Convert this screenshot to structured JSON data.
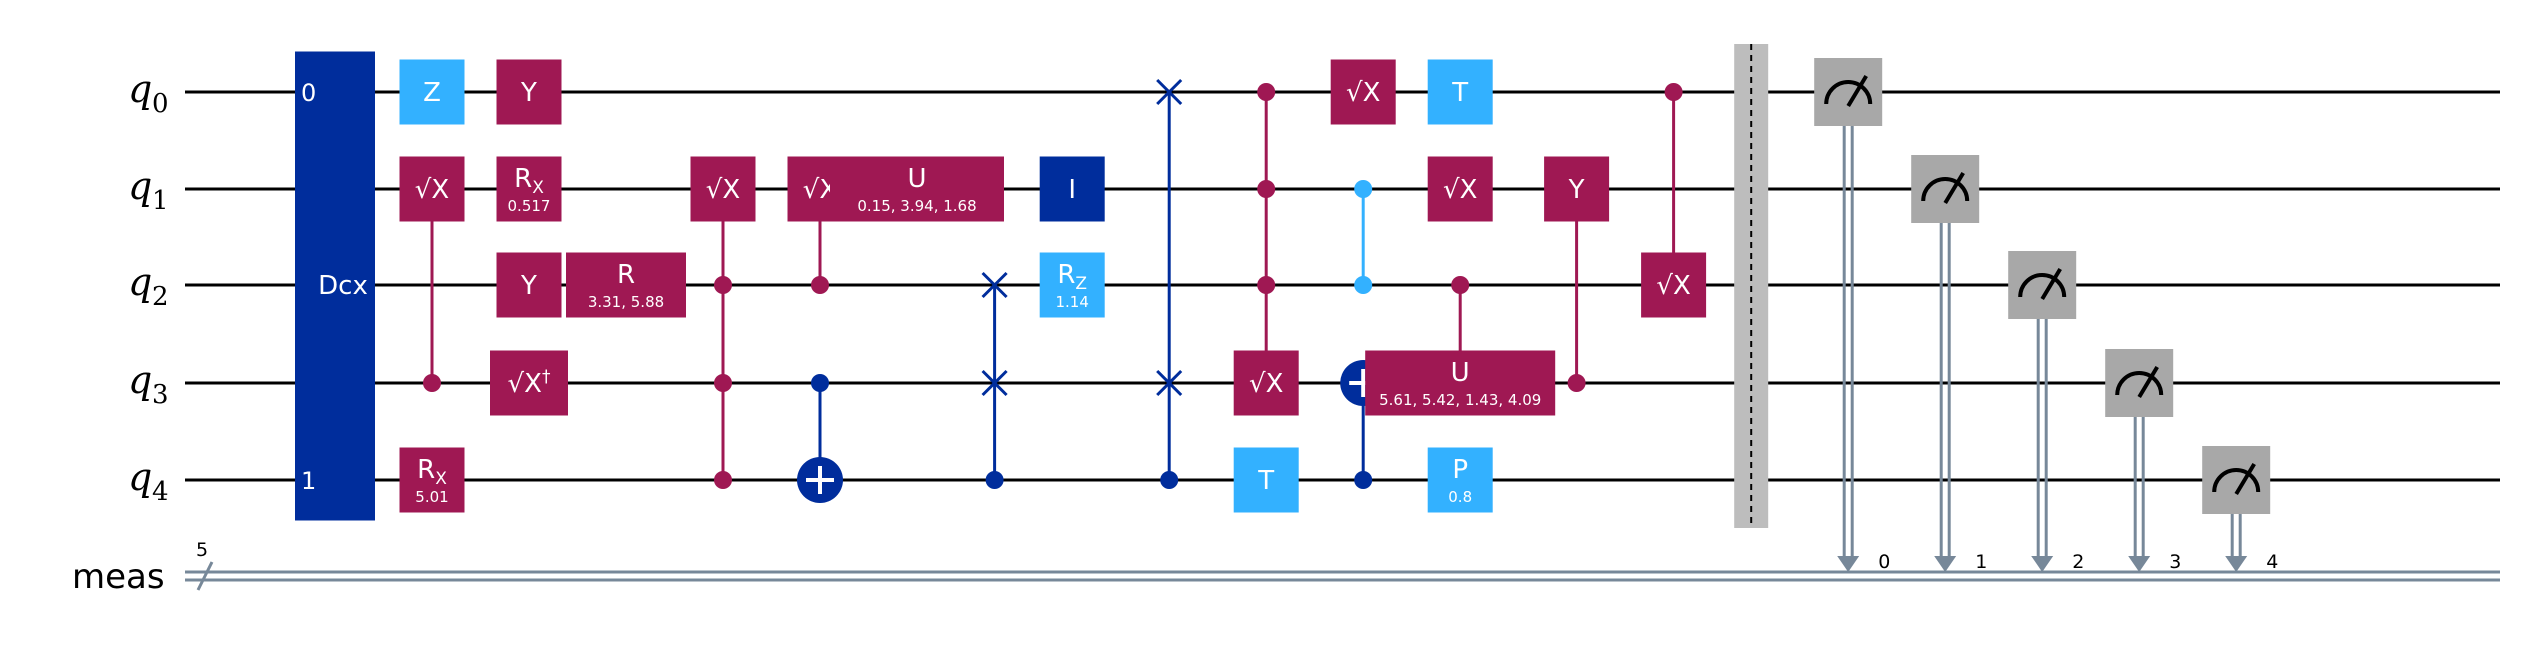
{
  "colors": {
    "wire": "#000000",
    "classical": "#778899",
    "dark_blue": "#002D9C",
    "light_blue": "#33B1FF",
    "magenta": "#9F1853",
    "gray": "#A8A8A8",
    "barrier": "#BDBDBD",
    "white": "#FFFFFF"
  },
  "registers": {
    "qubits": [
      {
        "base": "q",
        "sub": "0"
      },
      {
        "base": "q",
        "sub": "1"
      },
      {
        "base": "q",
        "sub": "2"
      },
      {
        "base": "q",
        "sub": "3"
      },
      {
        "base": "q",
        "sub": "4"
      }
    ],
    "classical": {
      "label": "meas",
      "size": "5"
    }
  },
  "gates": [
    {
      "type": "multibox",
      "label": "Dcx",
      "rows": [
        0,
        4
      ],
      "col": 0,
      "color": "dark_blue",
      "port_labels": [
        "0",
        "1"
      ]
    },
    {
      "type": "box",
      "label": "Z",
      "row": 0,
      "col": 1,
      "color": "light_blue"
    },
    {
      "type": "box",
      "label": "√X",
      "row": 1,
      "col": 1,
      "color": "magenta"
    },
    {
      "type": "control",
      "ctrls": [
        3
      ],
      "targets": [
        1
      ],
      "col": 1,
      "color": "magenta"
    },
    {
      "type": "box",
      "label": "R",
      "sub": "X",
      "param": "5.01",
      "row": 4,
      "col": 1,
      "color": "magenta"
    },
    {
      "type": "box",
      "label": "Y",
      "row": 0,
      "col": 2,
      "color": "magenta"
    },
    {
      "type": "box",
      "label": "R",
      "sub": "X",
      "param": "0.517",
      "row": 1,
      "col": 2,
      "color": "magenta"
    },
    {
      "type": "box",
      "label": "Y",
      "row": 2,
      "col": 2,
      "color": "magenta"
    },
    {
      "type": "box",
      "label": "√X",
      "sup": "†",
      "row": 3,
      "col": 2,
      "color": "magenta",
      "wide": true
    },
    {
      "type": "box",
      "label": "R",
      "param": "3.31, 5.88",
      "row": 2,
      "col": 3,
      "color": "magenta",
      "wide": true
    },
    {
      "type": "box",
      "label": "√X",
      "row": 1,
      "col": 4,
      "color": "magenta"
    },
    {
      "type": "control",
      "ctrls": [
        2,
        3,
        4
      ],
      "targets": [
        1
      ],
      "col": 4,
      "color": "magenta"
    },
    {
      "type": "box",
      "label": "√X",
      "row": 1,
      "col": 5,
      "color": "magenta"
    },
    {
      "type": "control",
      "ctrls": [
        2
      ],
      "targets": [
        1
      ],
      "col": 5,
      "color": "magenta"
    },
    {
      "type": "cnot",
      "ctrls": [
        3
      ],
      "target": 4,
      "col": 5,
      "color": "dark_blue"
    },
    {
      "type": "box",
      "label": "U",
      "param": "0.15, 3.94, 1.68",
      "row": 1,
      "col": 6,
      "color": "magenta",
      "wide": true
    },
    {
      "type": "swap",
      "rows": [
        2,
        3
      ],
      "ctrls": [
        4
      ],
      "col": 6.8,
      "color": "dark_blue"
    },
    {
      "type": "box",
      "label": "I",
      "row": 1,
      "col": 7.6,
      "color": "dark_blue"
    },
    {
      "type": "box",
      "label": "R",
      "sub": "Z",
      "param": "1.14",
      "row": 2,
      "col": 7.6,
      "color": "light_blue"
    },
    {
      "type": "swap",
      "rows": [
        0,
        3
      ],
      "ctrls": [
        4
      ],
      "col": 8.6,
      "color": "dark_blue"
    },
    {
      "type": "control",
      "ctrls": [
        0,
        1,
        2
      ],
      "targets": [
        3
      ],
      "col": 9.6,
      "color": "magenta"
    },
    {
      "type": "box",
      "label": "√X",
      "row": 3,
      "col": 9.6,
      "color": "magenta"
    },
    {
      "type": "box",
      "label": "T",
      "row": 4,
      "col": 9.6,
      "color": "light_blue"
    },
    {
      "type": "box",
      "label": "√X",
      "row": 0,
      "col": 10.6,
      "color": "magenta"
    },
    {
      "type": "cz",
      "rows": [
        1,
        2
      ],
      "col": 10.6,
      "color": "light_blue"
    },
    {
      "type": "cnot",
      "ctrls": [
        4
      ],
      "target": 3,
      "col": 10.6,
      "color": "dark_blue"
    },
    {
      "type": "box",
      "label": "T",
      "row": 0,
      "col": 11.6,
      "color": "light_blue"
    },
    {
      "type": "box",
      "label": "√X",
      "row": 1,
      "col": 11.6,
      "color": "magenta"
    },
    {
      "type": "box",
      "label": "U",
      "param": "5.61, 5.42, 1.43, 4.09",
      "row": 3,
      "col": 11.6,
      "color": "magenta",
      "wide": true
    },
    {
      "type": "control",
      "ctrls": [
        2
      ],
      "targets": [
        3
      ],
      "col": 11.6,
      "color": "magenta"
    },
    {
      "type": "box",
      "label": "P",
      "param": "0.8",
      "row": 4,
      "col": 11.6,
      "color": "light_blue"
    },
    {
      "type": "box",
      "label": "Y",
      "row": 1,
      "col": 12.8,
      "color": "magenta"
    },
    {
      "type": "control",
      "ctrls": [
        3
      ],
      "targets": [
        1
      ],
      "col": 12.8,
      "color": "magenta"
    },
    {
      "type": "box",
      "label": "√X",
      "row": 2,
      "col": 13.8,
      "color": "magenta"
    },
    {
      "type": "control",
      "ctrls": [
        0
      ],
      "targets": [
        2
      ],
      "col": 13.8,
      "color": "magenta"
    },
    {
      "type": "barrier",
      "rows": [
        0,
        4
      ],
      "col": 14.6
    },
    {
      "type": "measure",
      "row": 0,
      "bit": "0",
      "col": 15.6
    },
    {
      "type": "measure",
      "row": 1,
      "bit": "1",
      "col": 16.6
    },
    {
      "type": "measure",
      "row": 2,
      "bit": "2",
      "col": 17.6
    },
    {
      "type": "measure",
      "row": 3,
      "bit": "3",
      "col": 18.6
    },
    {
      "type": "measure",
      "row": 4,
      "bit": "4",
      "col": 19.6
    }
  ]
}
